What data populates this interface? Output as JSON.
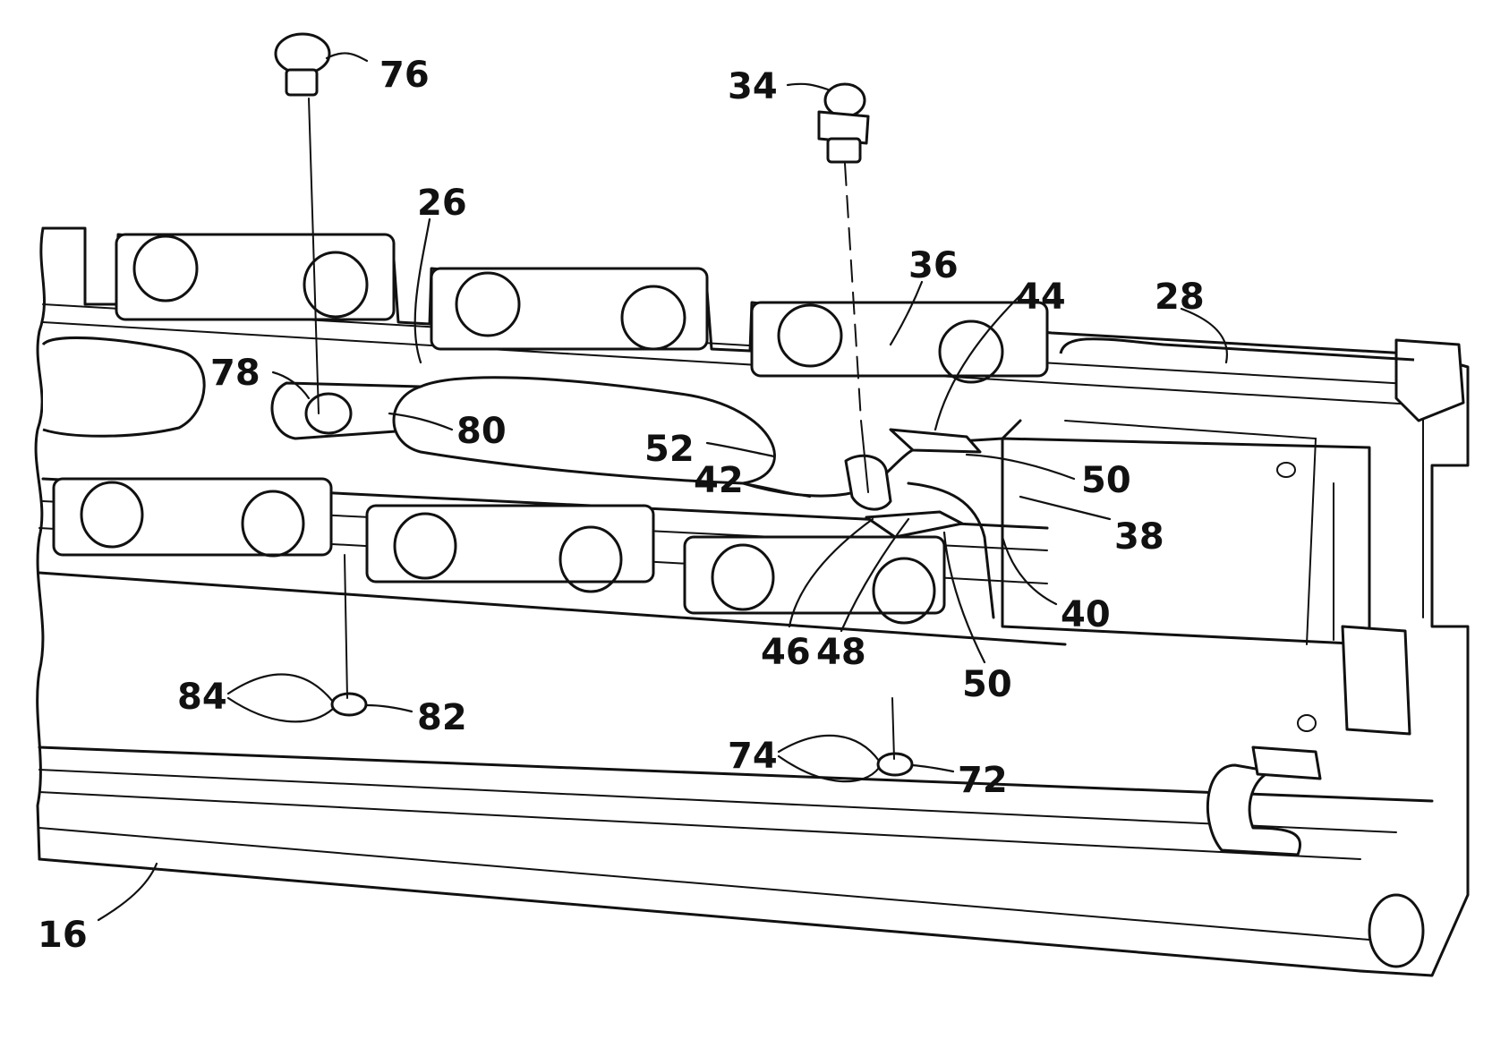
{
  "labels": {
    "l16": "16",
    "l26": "26",
    "l28": "28",
    "l34": "34",
    "l36": "36",
    "l38": "38",
    "l40": "40",
    "l42": "42",
    "l44": "44",
    "l46": "46",
    "l48": "48",
    "l50a": "50",
    "l50b": "50",
    "l52": "52",
    "l72": "72",
    "l74": "74",
    "l76": "76",
    "l78": "78",
    "l80": "80",
    "l82": "82",
    "l84": "84"
  }
}
